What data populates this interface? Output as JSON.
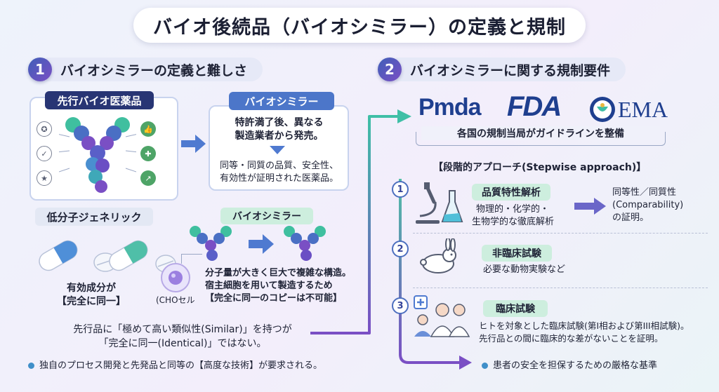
{
  "title": "バイオ後続品（バイオシミラー）の定義と規制",
  "section1": {
    "number": "1",
    "heading": "バイオシミラーの定義と難しさ",
    "originator": {
      "label": "先行バイオ医薬品"
    },
    "biosimilar_box": {
      "label": "バイオシミラー",
      "line1": "特許満了後、異なる",
      "line2": "製造業者から発売。",
      "line3": "同等・同質の品質、安全性、",
      "line4": "有効性が証明された医薬品。"
    },
    "generic": {
      "label": "低分子ジェネリック",
      "caption1": "有効成分が",
      "caption2": "【完全に同一】"
    },
    "biosimilar2": {
      "label": "バイオシミラー",
      "cell_label": "(CHOセル",
      "line1": "分子量が大きく巨大で複雑な構造。",
      "line2": "宿主細胞を用いて製造するため",
      "line3": "【完全に同一のコピーは不可能】"
    },
    "conclusion1": "先行品に「極めて高い類似性(Similar)」を持つが",
    "conclusion2": "「完全に同一(Identical)」ではない。",
    "bullet": "独自のプロセス開発と先発品と同等の【高度な技術】が要求される。"
  },
  "section2": {
    "number": "2",
    "heading": "バイオシミラーに関する規制要件",
    "agencies": [
      "Pmda",
      "FDA",
      "EMA"
    ],
    "agencies_caption": "各国の規制当局がガイドラインを整備",
    "approach": "【段階的アプローチ(Stepwise approach)】",
    "steps": [
      {
        "num": "1",
        "label": "品質特性解析",
        "line1": "物理的・化学的・",
        "line2": "生物学的な徹底解析",
        "result1": "同等性／同質性",
        "result2": "(Comparability)",
        "result3": "の証明。"
      },
      {
        "num": "2",
        "label": "非臨床試験",
        "line1": "必要な動物実験など"
      },
      {
        "num": "3",
        "label": "臨床試験",
        "line1": "ヒトを対象とした臨床試験(第I相および第III相試験)。",
        "line2": "先行品との間に臨床的な差がないことを証明。"
      }
    ],
    "bullet": "患者の安全を担保するための厳格な基準"
  },
  "colors": {
    "navy": "#283574",
    "blue": "#4c76c9",
    "teal": "#3fbfa6",
    "purple": "#7a4fc4",
    "green": "#4ea467"
  }
}
